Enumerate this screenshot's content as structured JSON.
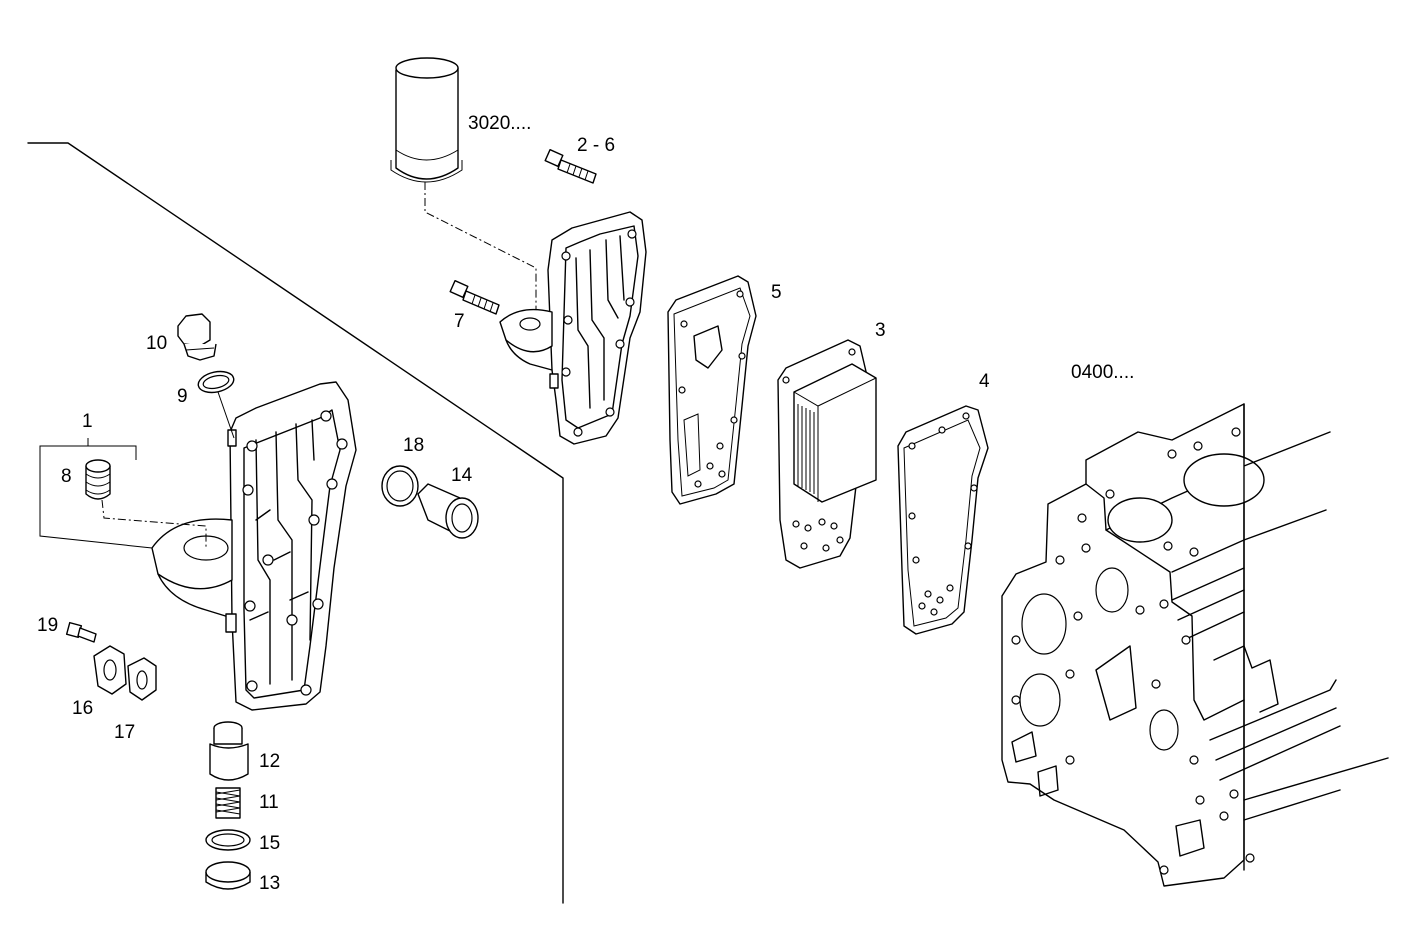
{
  "diagram": {
    "labels": {
      "l1": "1",
      "l2_6": "2 - 6",
      "l3": "3",
      "l3020": "3020....",
      "l4": "4",
      "l5": "5",
      "l7": "7",
      "l8": "8",
      "l9": "9",
      "l10": "10",
      "l11": "11",
      "l12": "12",
      "l13": "13",
      "l14": "14",
      "l15": "15",
      "l16": "16",
      "l17": "17",
      "l18": "18",
      "l19": "19",
      "l0400": "0400...."
    }
  }
}
